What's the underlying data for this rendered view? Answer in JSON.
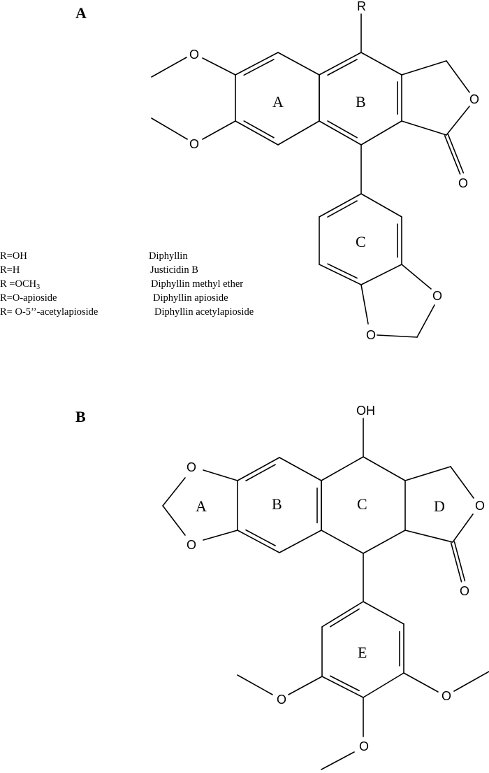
{
  "panel_a": {
    "label": "A",
    "substituent_label": "R",
    "atom_o": "O",
    "ring_labels": [
      "A",
      "B",
      "C"
    ],
    "compounds": [
      {
        "r": "R=OH",
        "name": "Diphyllin"
      },
      {
        "r": "R=H",
        "name": "Justicidin B"
      },
      {
        "r": "R =OCH",
        "r_sub": "3",
        "name": "Diphyllin methyl ether"
      },
      {
        "r": "R=O-apioside",
        "name": "Diphyllin apioside"
      },
      {
        "r": "R= O-5’’-acetylapioside",
        "name": "Diphyllin acetylapioside"
      }
    ]
  },
  "panel_b": {
    "label": "B",
    "substituent_label": "OH",
    "atom_o": "O",
    "ring_labels": [
      "A",
      "B",
      "C",
      "D",
      "E"
    ]
  }
}
